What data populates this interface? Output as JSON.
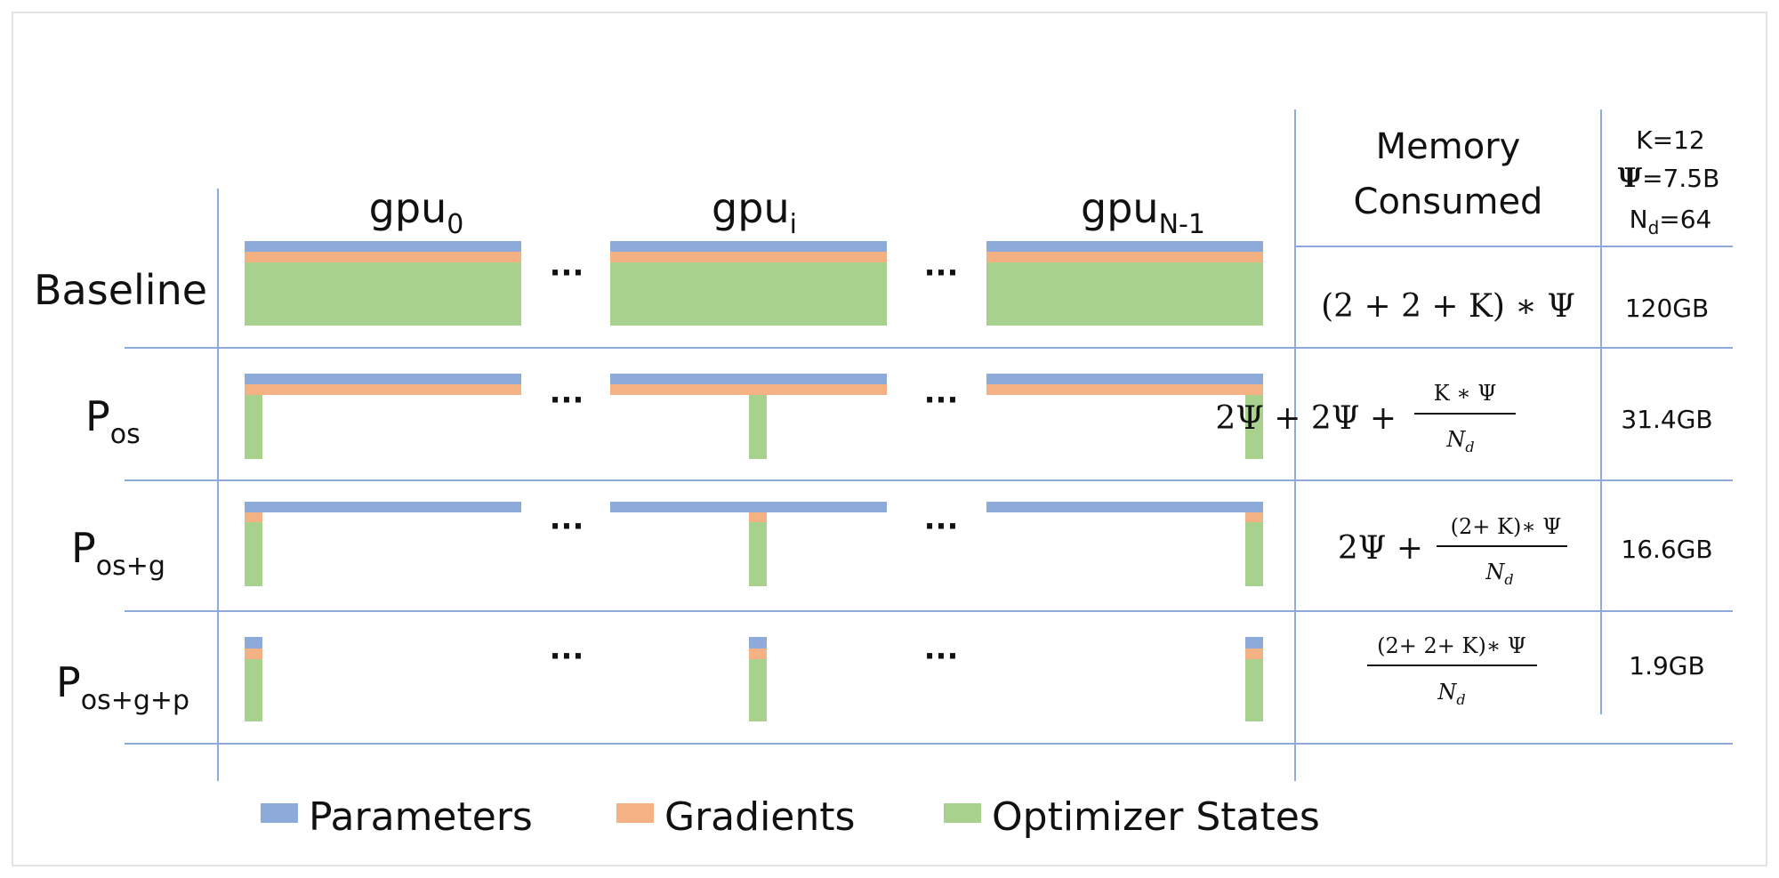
{
  "columns": {
    "gpu0": {
      "base": "gpu",
      "sub": "0"
    },
    "gpui": {
      "base": "gpu",
      "sub": "i"
    },
    "gpuN": {
      "base": "gpu",
      "sub": "N-1"
    },
    "ellipsis": "···"
  },
  "header": {
    "memory_line1": "Memory",
    "memory_line2": "Consumed",
    "k": "K=12",
    "psi_symbol": "Ψ",
    "psi_value": "=7.5B",
    "nd_base": "N",
    "nd_sub": "d",
    "nd_value": "=64"
  },
  "rows": [
    {
      "label": "Baseline",
      "label_sub": "",
      "formula": "(2 + 2 + K) ∗ Ψ",
      "memory": "120GB"
    },
    {
      "label": "P",
      "label_sub": "os",
      "formula": "2Ψ + 2Ψ + K ∗ Ψ / N_d",
      "memory": "31.4GB"
    },
    {
      "label": "P",
      "label_sub": "os+g",
      "formula": "2Ψ + (2+ K)∗ Ψ / N_d",
      "memory": "16.6GB"
    },
    {
      "label": "P",
      "label_sub": "os+g+p",
      "formula": "(2+ 2+ K)∗ Ψ / N_d",
      "memory": "1.9GB"
    }
  ],
  "formula_parts": {
    "row0": "(2 + 2 + K) ∗ Ψ",
    "row1_lead": "2Ψ + 2Ψ +",
    "row1_num": "K ∗ Ψ",
    "row2_lead": "2Ψ +",
    "row2_num": "(2+ K)∗ Ψ",
    "row3_num": "(2+ 2+ K)∗ Ψ",
    "den_base": "N",
    "den_sub": "d"
  },
  "legend": {
    "parameters": "Parameters",
    "gradients": "Gradients",
    "optimizer": "Optimizer States"
  },
  "colors": {
    "parameters": "#8eaadb",
    "gradients": "#f4b183",
    "optimizer": "#a9d18e",
    "grid_lines": "#8eaadb"
  }
}
